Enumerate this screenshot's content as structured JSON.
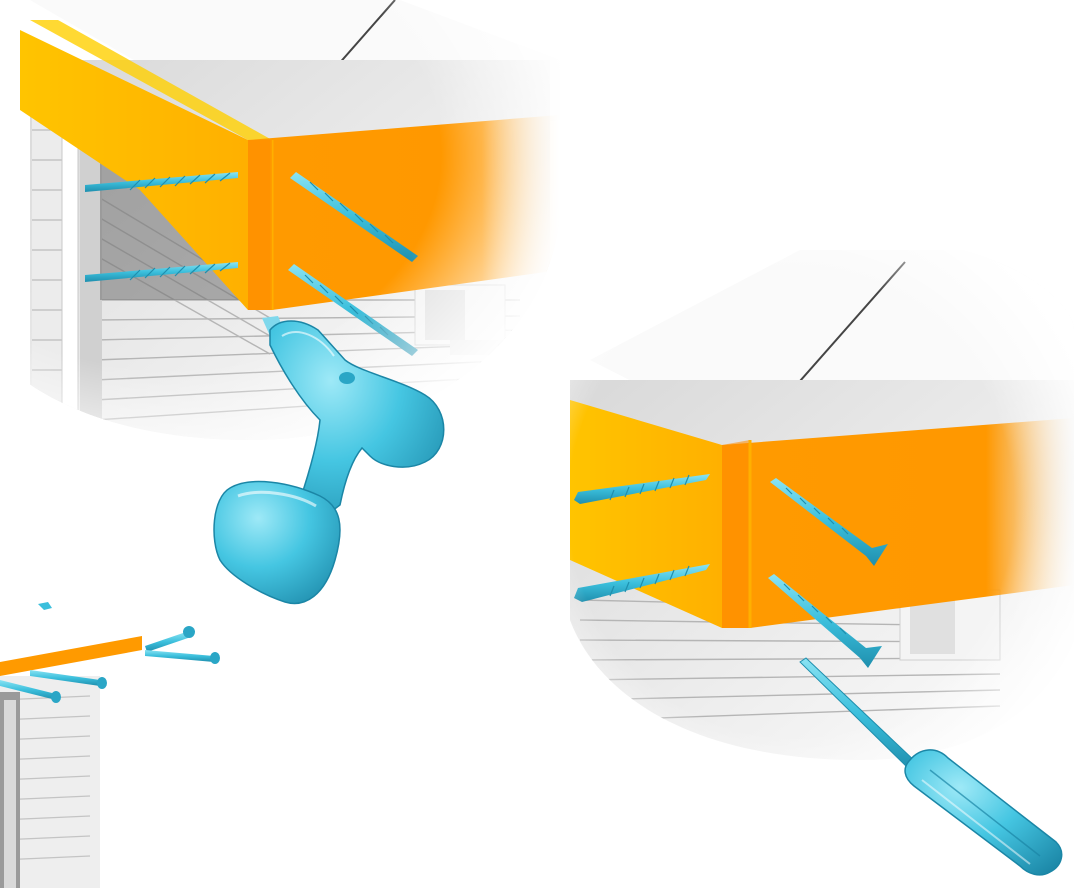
{
  "colors": {
    "background": "#ffffff",
    "wood_dark": "#ff9900",
    "wood_light": "#ffc400",
    "wood_edge": "#ff8c00",
    "hardware": "#3bbfdc",
    "hardware_dark": "#1f8fae",
    "hardware_light": "#8ae3f3",
    "siding": "#f2f2f2",
    "siding_line": "#b9b9b9",
    "roof": "#fafafa",
    "shadow": "#7a7a7a"
  },
  "panels": [
    {
      "id": "pre-drill",
      "tool": "cordless-drill",
      "fastener": "drill-bit",
      "fastener_count": 4
    },
    {
      "id": "screw-in",
      "tool": "screwdriver",
      "fastener": "screw",
      "fastener_count": 4
    },
    {
      "id": "overview",
      "tool": "none",
      "fastener": "screw",
      "fastener_count": 4
    }
  ],
  "icons": [
    "drill-icon",
    "drill-bit-icon",
    "screw-icon",
    "screwdriver-icon"
  ]
}
